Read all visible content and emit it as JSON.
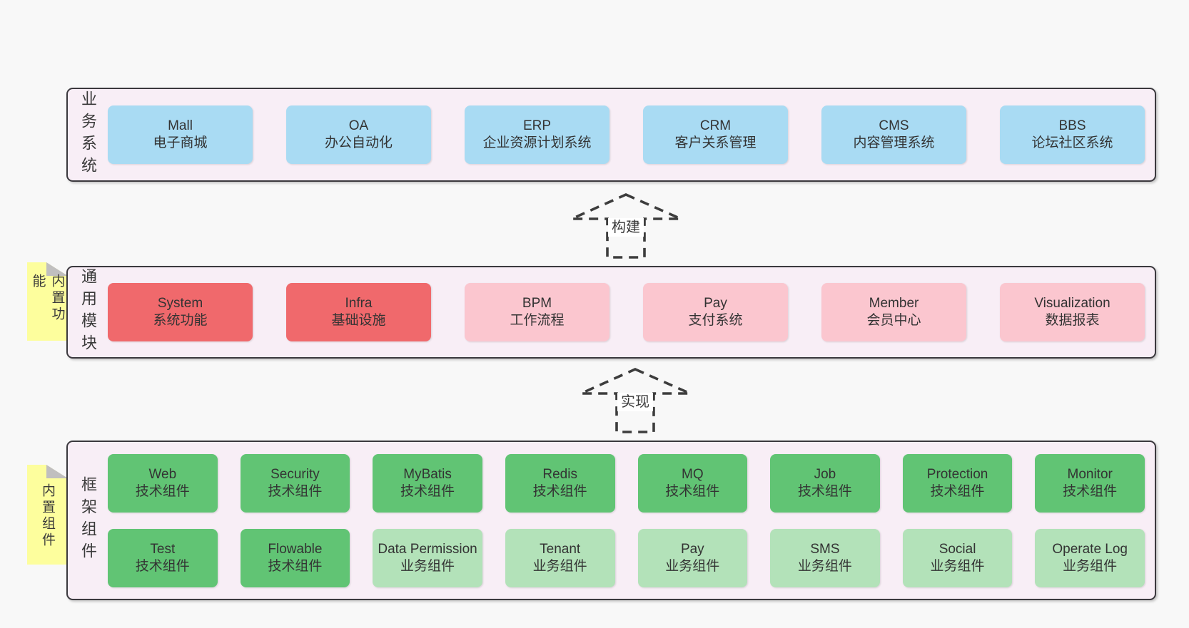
{
  "layers": [
    {
      "id": "business-systems",
      "label": "业务系统",
      "rows": [
        [
          {
            "en": "Mall",
            "zh": "电子商城",
            "style": "blue"
          },
          {
            "en": "OA",
            "zh": "办公自动化",
            "style": "blue"
          },
          {
            "en": "ERP",
            "zh": "企业资源计划系统",
            "style": "blue"
          },
          {
            "en": "CRM",
            "zh": "客户关系管理",
            "style": "blue"
          },
          {
            "en": "CMS",
            "zh": "内容管理系统",
            "style": "blue"
          },
          {
            "en": "BBS",
            "zh": "论坛社区系统",
            "style": "blue"
          }
        ]
      ]
    },
    {
      "id": "common-modules",
      "label": "通用模块",
      "note": "内置功能",
      "rows": [
        [
          {
            "en": "System",
            "zh": "系统功能",
            "style": "red"
          },
          {
            "en": "Infra",
            "zh": "基础设施",
            "style": "red"
          },
          {
            "en": "BPM",
            "zh": "工作流程",
            "style": "pink"
          },
          {
            "en": "Pay",
            "zh": "支付系统",
            "style": "pink"
          },
          {
            "en": "Member",
            "zh": "会员中心",
            "style": "pink"
          },
          {
            "en": "Visualization",
            "zh": "数据报表",
            "style": "pink"
          }
        ]
      ]
    },
    {
      "id": "framework-components",
      "label": "框架组件",
      "note": "内置组件",
      "rows": [
        [
          {
            "en": "Web",
            "zh": "技术组件",
            "style": "green"
          },
          {
            "en": "Security",
            "zh": "技术组件",
            "style": "green"
          },
          {
            "en": "MyBatis",
            "zh": "技术组件",
            "style": "green"
          },
          {
            "en": "Redis",
            "zh": "技术组件",
            "style": "green"
          },
          {
            "en": "MQ",
            "zh": "技术组件",
            "style": "green"
          },
          {
            "en": "Job",
            "zh": "技术组件",
            "style": "green"
          },
          {
            "en": "Protection",
            "zh": "技术组件",
            "style": "green"
          },
          {
            "en": "Monitor",
            "zh": "技术组件",
            "style": "green"
          }
        ],
        [
          {
            "en": "Test",
            "zh": "技术组件",
            "style": "green"
          },
          {
            "en": "Flowable",
            "zh": "技术组件",
            "style": "green"
          },
          {
            "en": "Data Permission",
            "zh": "业务组件",
            "style": "lightgreen"
          },
          {
            "en": "Tenant",
            "zh": "业务组件",
            "style": "lightgreen"
          },
          {
            "en": "Pay",
            "zh": "业务组件",
            "style": "lightgreen"
          },
          {
            "en": "SMS",
            "zh": "业务组件",
            "style": "lightgreen"
          },
          {
            "en": "Social",
            "zh": "业务组件",
            "style": "lightgreen"
          },
          {
            "en": "Operate Log",
            "zh": "业务组件",
            "style": "lightgreen"
          }
        ]
      ]
    }
  ],
  "arrows": [
    {
      "id": "build",
      "label": "构建"
    },
    {
      "id": "implement",
      "label": "实现"
    }
  ],
  "colors": {
    "page_bg": "#f8f8f8",
    "layer_bg": "#f8eef6",
    "border": "#3b393e",
    "blue_box": "#a9dbf3",
    "red_box": "#f0696c",
    "pink_box": "#fbc6cf",
    "green_box": "#61c474",
    "light_green_box": "#b3e2b9",
    "note_yellow": "#fdfe9d",
    "note_fold_gray": "#c0bfbf",
    "text": "#333333"
  }
}
